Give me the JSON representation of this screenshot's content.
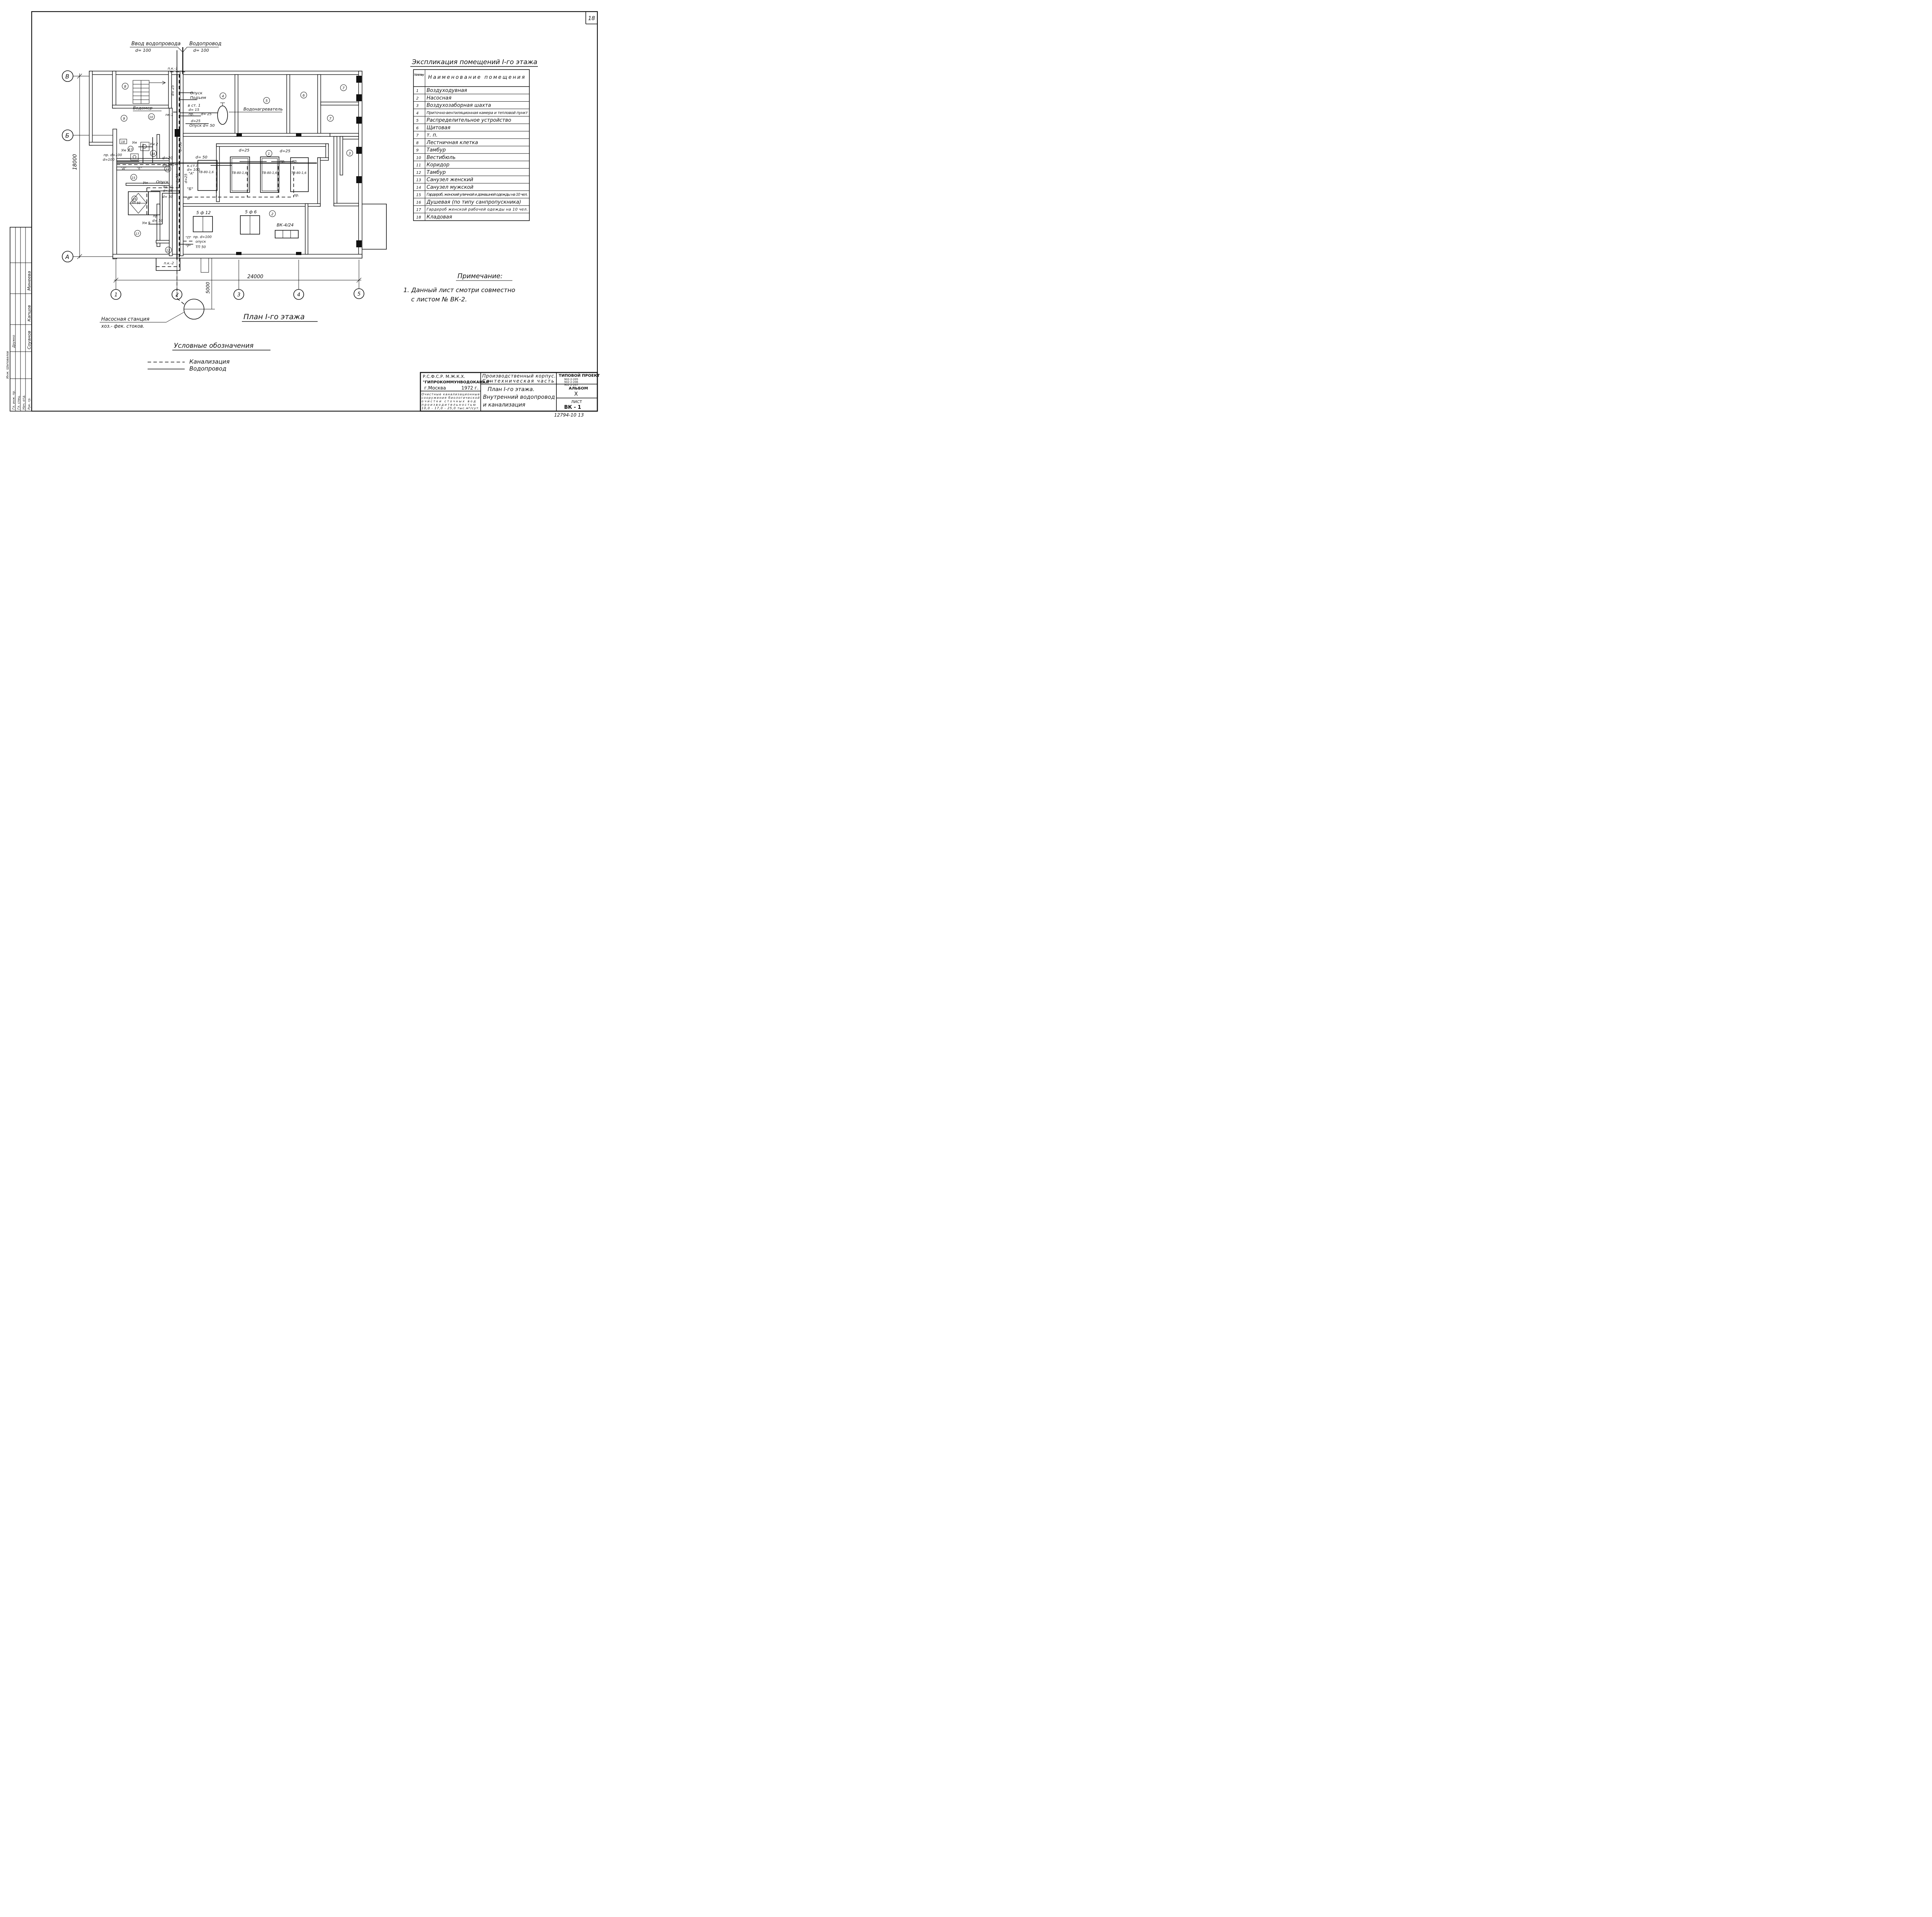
{
  "sheet": {
    "sheet_number": "18",
    "bottom_number": "12794-10  13"
  },
  "inputs": {
    "label_1": "Ввод водопровода",
    "label_1_d": "d= 100",
    "label_2": "Водопровод",
    "label_2_d": "d= 100"
  },
  "axes": {
    "rows": [
      "В",
      "Б",
      "А"
    ],
    "cols": [
      "1",
      "2",
      "3",
      "4",
      "5"
    ],
    "dim_width": "24000",
    "dim_height": "18000",
    "dim_station": "5000"
  },
  "plan": {
    "title": "План I-го этажа",
    "labels": {
      "pk1_top": "п.к.-1",
      "pk1": "пк-1",
      "pk2": "п.к.-2",
      "opusk": "Опуск",
      "podjem": "Подъем",
      "v_st1": "в ст. 1",
      "d15": "d= 15",
      "pr": "пр.",
      "d25": "d= 25",
      "opusk_d50": "Опуск d= 50",
      "vodomer": "Водомер",
      "vodonagrevatel": "Водонагреватель",
      "d25_riser": "d= 25",
      "d50_riser": "d=50",
      "d50_main": "d= 50",
      "d20": "d=20",
      "d100": "d=100",
      "kst1": "к.ст.I",
      "kst1_d": "d= 100",
      "kst1_a": "\"А\"",
      "b_mark": "\"Б\"",
      "v_mark": "\"В\"",
      "e_mark": "\"Е\"",
      "d_mark": "\"Д\"",
      "pr_d100": "пр. d=100",
      "opusk_small": "опуск",
      "tp50": "ТП 50",
      "p_mark": "\"П\"",
      "r_mark": "\"Р\"",
      "d25_a": "d=25",
      "d25_b": "d=25",
      "tv": [
        "ТВ-80-1,6",
        "ТВ-80-1,6",
        "ТВ-80-1,6",
        "ТВ-80-1,6"
      ],
      "fan1": "5 ф 12",
      "fan2": "5 ф 6",
      "vk": "ВК-4/24",
      "um": "Ум",
      "um2": "Ум 2",
      "um3": "Ум 3",
      "pr_d100_left": "пр. d=100",
      "opusk2": "Опуск",
      "d50a": "d= 50",
      "d25c": "d= 25",
      "d50b": "d= 50",
      "tp50b": "ТП 50",
      "um9": "Ум 9",
      "pr_small": "пр",
      "d50c": "d= 50",
      "d25_left": "d=25",
      "d50_left": "d=50",
      "d100_b": "d=100"
    },
    "room_numbers": [
      "1",
      "2",
      "3",
      "4",
      "5",
      "6",
      "7",
      "7",
      "8",
      "9",
      "10",
      "11",
      "12",
      "13",
      "14",
      "15",
      "16",
      "17",
      "18"
    ],
    "station_label_1": "Насосная станция",
    "station_label_2": "хоз.- фек. стоков."
  },
  "legend": {
    "title": "Условные обозначения",
    "items": [
      {
        "style": "dashed",
        "label": "Канализация"
      },
      {
        "style": "solid",
        "label": "Водопровод"
      }
    ]
  },
  "explication": {
    "title": "Экспликация помещений I-го этажа",
    "header_num": "№ по плану",
    "header_name": "Наименование помещения",
    "rows": [
      {
        "n": "1",
        "name": "Воздуходувная"
      },
      {
        "n": "2",
        "name": "Насосная"
      },
      {
        "n": "3",
        "name": "Воздухозаборная шахта"
      },
      {
        "n": "4",
        "name": "Приточно-вентиляционная камера и тепловой пункт"
      },
      {
        "n": "5",
        "name": "Распределительное устройство"
      },
      {
        "n": "6",
        "name": "Щитовая"
      },
      {
        "n": "7",
        "name": "т. п."
      },
      {
        "n": "8",
        "name": "Лестничная клетка"
      },
      {
        "n": "9",
        "name": "Тамбур"
      },
      {
        "n": "10",
        "name": "Вестибюль"
      },
      {
        "n": "11",
        "name": "Коридор"
      },
      {
        "n": "12",
        "name": "Тамбур"
      },
      {
        "n": "13",
        "name": "Санузел женский"
      },
      {
        "n": "14",
        "name": "Санузел мужской"
      },
      {
        "n": "15",
        "name": "Гардероб, женский уличной и домашней одежды на 10 чел."
      },
      {
        "n": "16",
        "name": "Душевая (по типу санпропускника)"
      },
      {
        "n": "17",
        "name": "Гардероб женской рабочей одежды на 10 чел."
      },
      {
        "n": "18",
        "name": "Кладовая"
      }
    ]
  },
  "note": {
    "title": "Примечание:",
    "line1": "1. Данный лист смотри совместно",
    "line2": "с листом № ВК-2."
  },
  "title_block": {
    "org1": "Р.С.Ф.С.Р.  М.Ж.К.Х.",
    "org2": "\"ГИПРОКОММУНВОДОКАНАЛ\"",
    "city": "г.Москва",
    "year": "1972 г.",
    "desc1": "Очистные канализационные",
    "desc2": "сооружения биологической",
    "desc3": "очистки сточных вод",
    "desc4": "производительностью",
    "desc5": "10,0 - 17,0 - 25,0 тыс.м³/сут.",
    "proj1": "Производственный корпус.",
    "proj2": "Сантехническая часть",
    "sheet1": "План I-го этажа.",
    "sheet2": "Внутренний водопровод",
    "sheet3": "и канализация",
    "typ": "ТИПОВОЙ ПРОЕКТ",
    "typ_nums": [
      "902-2-205",
      "902-2-206",
      "902-2-207"
    ],
    "album_label": "АЛЬБОМ",
    "album": "X",
    "list_label": "ЛИСТ",
    "list": "ВК - 1"
  },
  "side_stamp": {
    "names": [
      "Минеева",
      "Капцов",
      "Соуанов"
    ],
    "roles": [
      "Гл. инж. пр.",
      "Гл. спец.",
      "Нач. отд.",
      "Рук. гр."
    ],
    "rotated_1": "Инж. Шаповалов",
    "rotated_2": "Дружко"
  }
}
